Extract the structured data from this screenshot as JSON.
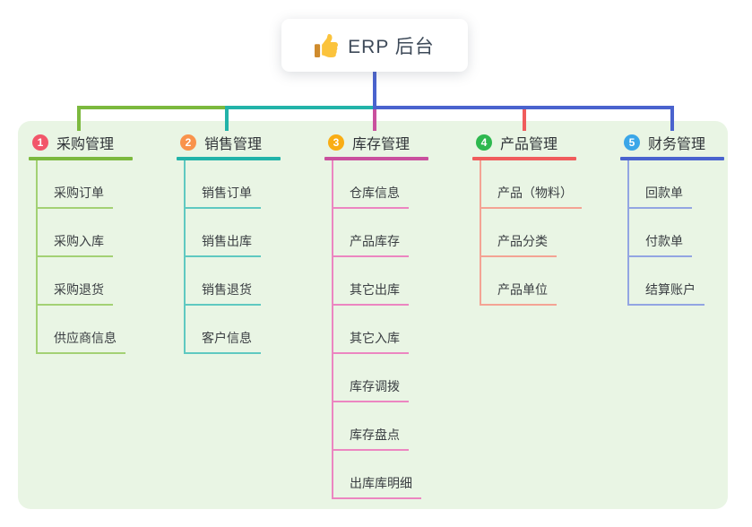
{
  "root": {
    "label": "ERP 后台",
    "icon": "thumbs-up-icon"
  },
  "board": {
    "background": "#e9f5e4"
  },
  "connector_color": "#4a63ce",
  "branches": [
    {
      "index": "1",
      "label": "采购管理",
      "slug": "purchase",
      "badge_color": "#f2566a",
      "line_color": "#7cb93e",
      "child_line_color": "#a3d174",
      "children": [
        {
          "label": "采购订单"
        },
        {
          "label": "采购入库"
        },
        {
          "label": "采购退货"
        },
        {
          "label": "供应商信息"
        }
      ]
    },
    {
      "index": "2",
      "label": "销售管理",
      "slug": "sales",
      "badge_color": "#f9934c",
      "line_color": "#22b3a9",
      "child_line_color": "#5fc9c1",
      "children": [
        {
          "label": "销售订单"
        },
        {
          "label": "销售出库"
        },
        {
          "label": "销售退货"
        },
        {
          "label": "客户信息"
        }
      ]
    },
    {
      "index": "3",
      "label": "库存管理",
      "slug": "inventory",
      "badge_color": "#f9ad14",
      "line_color": "#c9509e",
      "child_line_color": "#ec86c1",
      "children": [
        {
          "label": "仓库信息"
        },
        {
          "label": "产品库存"
        },
        {
          "label": "其它出库"
        },
        {
          "label": "其它入库"
        },
        {
          "label": "库存调拨"
        },
        {
          "label": "库存盘点"
        },
        {
          "label": "出库库明细"
        }
      ]
    },
    {
      "index": "4",
      "label": "产品管理",
      "slug": "product",
      "badge_color": "#2eb84f",
      "line_color": "#f05c5c",
      "child_line_color": "#f4a394",
      "children": [
        {
          "label": "产品（物料）"
        },
        {
          "label": "产品分类"
        },
        {
          "label": "产品单位"
        }
      ]
    },
    {
      "index": "5",
      "label": "财务管理",
      "slug": "finance",
      "badge_color": "#3aa6e8",
      "line_color": "#4a63ce",
      "child_line_color": "#93a5e2",
      "children": [
        {
          "label": "回款单"
        },
        {
          "label": "付款单"
        },
        {
          "label": "结算账户"
        }
      ]
    }
  ]
}
